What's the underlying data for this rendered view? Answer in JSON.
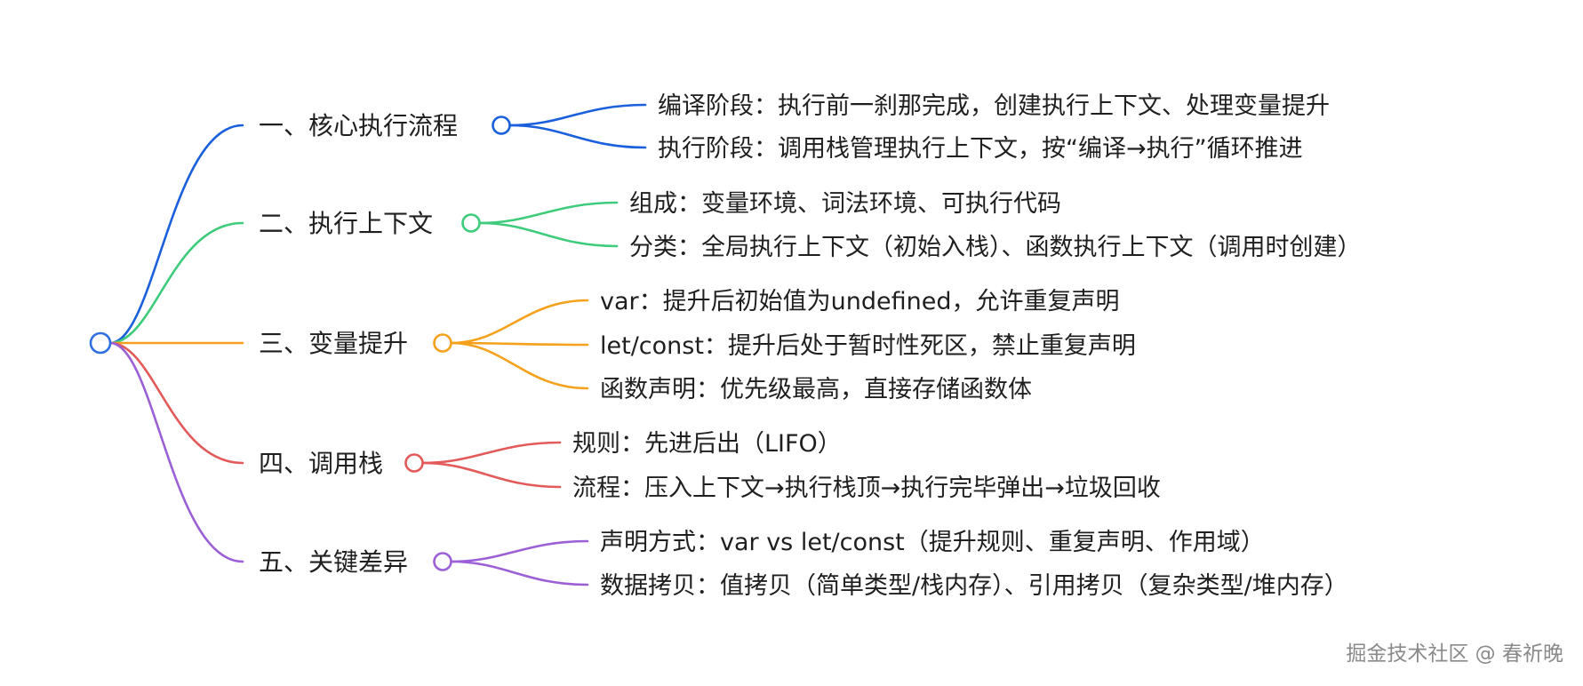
{
  "root": {
    "color": "#2f6fe0"
  },
  "branches": [
    {
      "label": "一、核心执行流程",
      "color": "#1a5fdc",
      "children": [
        "编译阶段：执行前一刹那完成，创建执行上下文、处理变量提升",
        "执行阶段：调用栈管理执行上下文，按“编译→执行”循环推进"
      ]
    },
    {
      "label": "二、执行上下文",
      "color": "#3ecb7c",
      "children": [
        "组成：变量环境、词法环境、可执行代码",
        "分类：全局执行上下文（初始入栈）、函数执行上下文（调用时创建）"
      ]
    },
    {
      "label": "三、变量提升",
      "color": "#f5a11c",
      "children": [
        "var：提升后初始值为undefined，允许重复声明",
        "let/const：提升后处于暂时性死区，禁止重复声明",
        "函数声明：优先级最高，直接存储函数体"
      ]
    },
    {
      "label": "四、调用栈",
      "color": "#e35a5a",
      "children": [
        "规则：先进后出（LIFO）",
        "流程：压入上下文→执行栈顶→执行完毕弹出→垃圾回收"
      ]
    },
    {
      "label": "五、关键差异",
      "color": "#9b5fd6",
      "children": [
        "声明方式：var vs let/const（提升规则、重复声明、作用域）",
        "数据拷贝：值拷贝（简单类型/栈内存）、引用拷贝（复杂类型/堆内存）"
      ]
    }
  ],
  "watermark": "掘金技术社区 @ 春祈晚"
}
